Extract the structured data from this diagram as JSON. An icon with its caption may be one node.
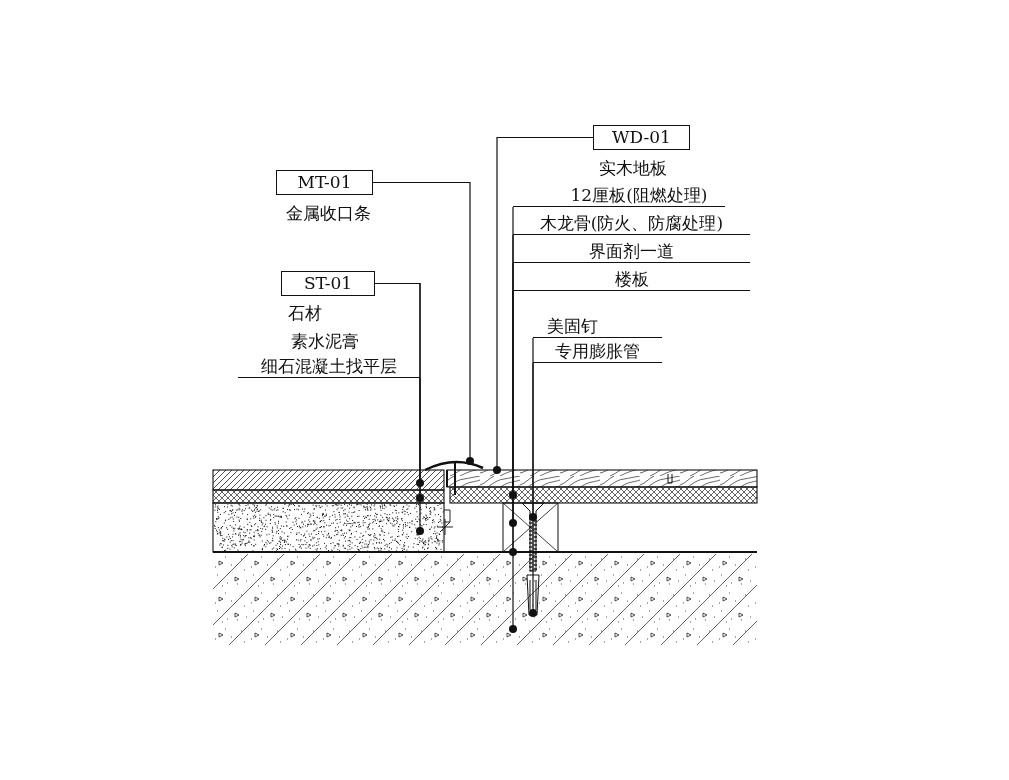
{
  "diagram": {
    "nodes": [
      {
        "text": [
          "MT-01"
        ],
        "beside": [
          "金属收口条"
        ]
      },
      {
        "text": [
          "ST-01"
        ],
        "beside": [
          "石材",
          "素水泥膏"
        ]
      },
      {
        "text": [
          "细石混凝土找平层"
        ]
      },
      {
        "text": [
          "WD-01"
        ],
        "beside": [
          "实木地板"
        ]
      },
      {
        "text": [
          "12厘板(阻燃处理)"
        ]
      },
      {
        "text": [
          "木龙骨(防火、防腐处理)"
        ]
      },
      {
        "text": [
          "界面剂一道"
        ]
      },
      {
        "text": [
          "楼板"
        ]
      },
      {
        "text": [
          "美固钉"
        ]
      },
      {
        "text": [
          "专用膨胀管"
        ]
      },
      {
        "text": [],
        "shape": "picture"
      },
      {
        "text": [],
        "shape": "bar"
      },
      {
        "text": [],
        "shape": "bar"
      },
      {
        "text": [],
        "shape": "bar"
      },
      {
        "text": [],
        "shape": "bar"
      },
      {
        "text": [],
        "shape": "bar"
      },
      {
        "text": [],
        "shape": "box"
      },
      {
        "text": [],
        "shape": "bar"
      },
      {
        "text": [],
        "shape": "bar"
      },
      {
        "text": [],
        "shape": "picture"
      },
      {
        "text": [],
        "shape": "picture",
        "in": 18
      }
    ],
    "edges": [
      {
        "from": 0,
        "to": 10,
        "arrow": "other"
      },
      {
        "from": 1,
        "to": 11,
        "arrow": "other"
      },
      {
        "from": 1,
        "to": 12,
        "arrow": "other"
      },
      {
        "from": 2,
        "to": 13,
        "arrow": "other"
      },
      {
        "from": 3,
        "to": 14,
        "arrow": "other"
      },
      {
        "from": 4,
        "to": 15,
        "arrow": "other"
      },
      {
        "from": 5,
        "to": 16,
        "arrow": "other"
      },
      {
        "from": 6,
        "to": 17,
        "arrow": "other"
      },
      {
        "from": 7,
        "to": 18,
        "arrow": "other"
      },
      {
        "from": 8,
        "to": 19,
        "arrow": "other"
      },
      {
        "from": 9,
        "to": 20,
        "arrow": "other"
      }
    ]
  }
}
